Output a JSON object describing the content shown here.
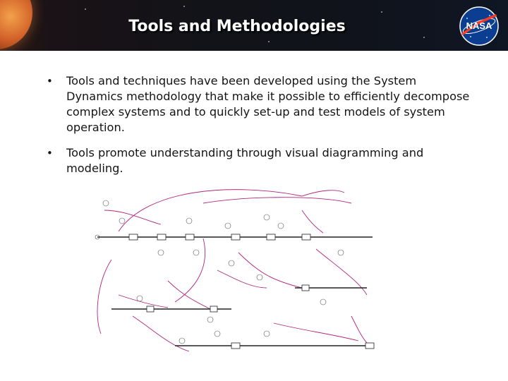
{
  "slide": {
    "title": "Tools and Methodologies",
    "logo_text": "NASA",
    "bullets": [
      "Tools and techniques have been developed using the System Dynamics methodology that make it possible to efficiently decompose complex systems and to quickly set-up and test models of system operation.",
      "Tools promote understanding through visual diagramming and modeling."
    ]
  },
  "colors": {
    "header_bg": "#12131a",
    "title_text": "#ffffff",
    "body_text": "#141414",
    "nasa_blue": "#0b3d91",
    "nasa_red": "#fc3d21",
    "diagram_link": "#b0267f",
    "diagram_flow": "#222222"
  }
}
